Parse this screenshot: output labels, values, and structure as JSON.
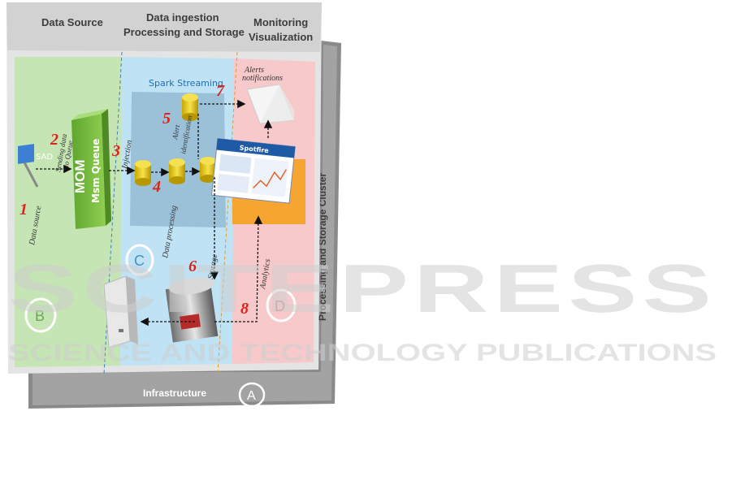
{
  "headers": {
    "data_source": "Data Source",
    "ingestion_line1": "Data ingestion",
    "ingestion_line2": "Processing and Storage",
    "monitoring_line1": "Monitoring",
    "monitoring_line2": "Visualization"
  },
  "spark_streaming": "Spark Streaming",
  "alerts_line1": "Alerts",
  "alerts_line2": "notifications",
  "mom_line1": "MOM",
  "mom_line2": "Msm Queue",
  "sad": "SAD",
  "spotfire": "Spotfire",
  "cluster_label": "Processing and Storage Cluster",
  "infrastructure": "Infrastructure",
  "zones": {
    "a": "A",
    "b": "B",
    "c": "C",
    "d": "D"
  },
  "steps": {
    "s1": "1",
    "s2": "2",
    "s3": "3",
    "s4": "4",
    "s5": "5",
    "s6": "6",
    "s7": "7",
    "s8": "8"
  },
  "edge_labels": {
    "data_source": "Data source",
    "sending_data_line1": "Sending data",
    "sending_data_line2": "to Queue",
    "injection": "Injection",
    "data_processing": "Data processing",
    "alert_line1": "Alert",
    "alert_line2": "identification",
    "storage": "Storage",
    "analytics": "Analytics"
  },
  "watermark": {
    "main": "SCITEPRESS",
    "sub": "SCIENCE AND TECHNOLOGY PUBLICATIONS"
  },
  "colors": {
    "green_zone": "#c5e5b4",
    "blue_zone": "#bfe3f5",
    "pink_zone": "#f7c9cb",
    "frame_gray": "#a6a6a6",
    "mom_green": "#7dc242",
    "step_red": "#d8261c",
    "cylinder_yellow": "#f2d21a",
    "spotfire_blue": "#1f5aa6",
    "orange_panel": "#f7a531"
  }
}
